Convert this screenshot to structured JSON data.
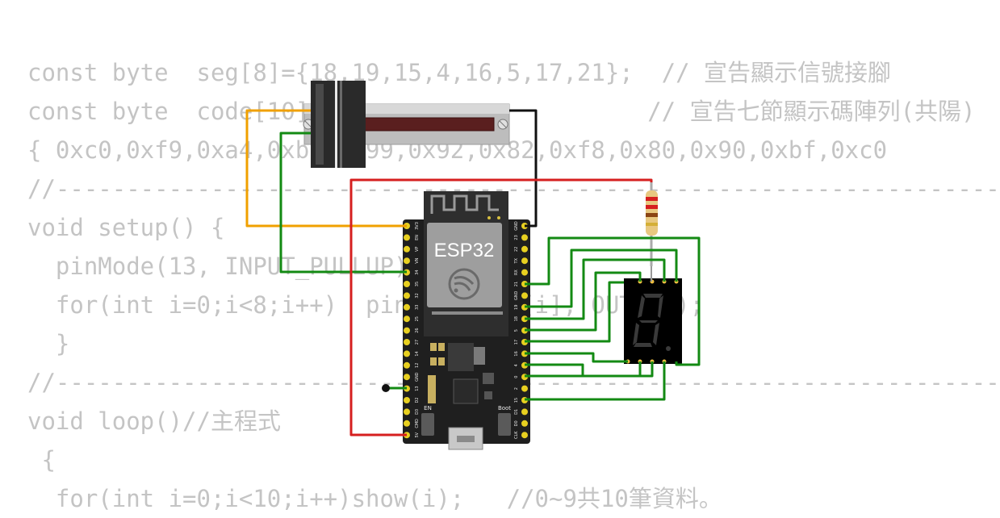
{
  "code_lines": [
    "const byte  seg[8]={18,19,15,4,16,5,17,21};  // 宣告顯示信號接腳",
    "const byte  code[10]=                       // 宣告七節顯示碼陣列(共陽)",
    "{ 0xc0,0xf9,0xa4,0xb0,0x99,0x92,0x82,0xf8,0x80,0x90,0xbf,0xc0",
    "//-------------------------------------------------------------------",
    "void setup() {",
    "  pinMode(13, INPUT_PULLUP);",
    "  for(int i=0;i<8;i++)  pinMode(seg[i], OUTPUT);",
    "  }",
    "//-------------------------------------------------------------------",
    "void loop()//主程式",
    " {",
    "  for(int i=0;i<10;i++)show(i);   //0~9共10筆資料。"
  ],
  "board": {
    "title": "ESP32",
    "boot_label": "Boot",
    "en_label": "EN",
    "left_pins": [
      "3V3",
      "EN",
      "VP",
      "VN",
      "34",
      "35",
      "32",
      "33",
      "25",
      "26",
      "27",
      "14",
      "12",
      "GND",
      "13",
      "D2",
      "D3",
      "CMD",
      "5V"
    ],
    "right_pins": [
      "GND",
      "23",
      "22",
      "TX",
      "RX",
      "21",
      "GND",
      "19",
      "18",
      "5",
      "17",
      "16",
      "4",
      "0",
      "2",
      "15",
      "D1",
      "D0",
      "CLK"
    ]
  },
  "colors": {
    "wire_red": "#d61f1f",
    "wire_green": "#138a13",
    "wire_orange": "#f0a000",
    "wire_black": "#111111",
    "code_text": "#c4c4c4",
    "board": "#202020",
    "pin": "#e8d020",
    "segment_off": "#3a3a3a"
  },
  "icons": [
    "wifi-antenna-icon",
    "espressif-logo-icon"
  ]
}
